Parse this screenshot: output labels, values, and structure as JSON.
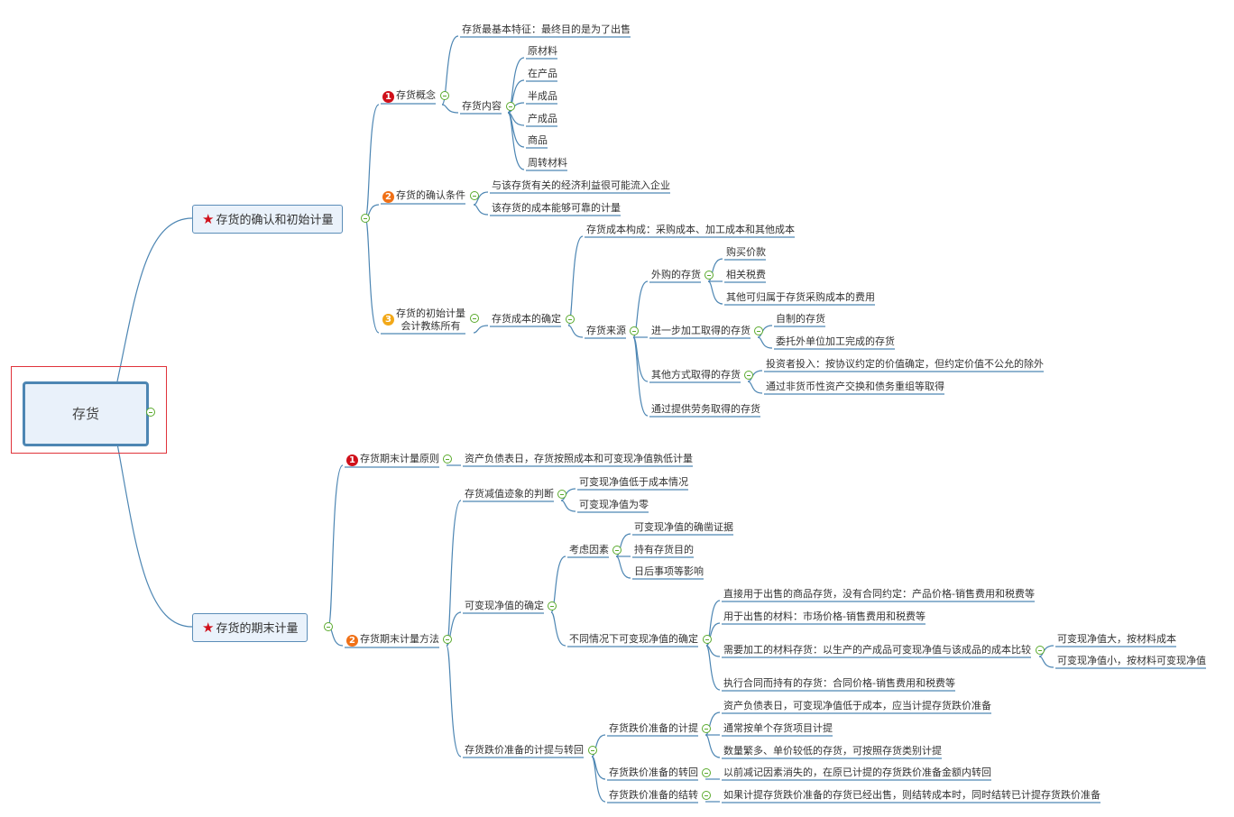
{
  "central": {
    "label": "存货",
    "selected": true
  },
  "branches": [
    {
      "label": "存货的确认和初始计量",
      "icon": "star-icon",
      "children": [
        {
          "badge": "1",
          "label": "存货概念",
          "children": [
            {
              "label": "存货最基本特征：最终目的是为了出售"
            },
            {
              "label": "存货内容",
              "children": [
                "原材料",
                "在产品",
                "半成品",
                "产成品",
                "商品",
                "周转材料"
              ]
            }
          ]
        },
        {
          "badge": "2",
          "label": "存货的确认条件",
          "children": [
            "与该存货有关的经济利益很可能流入企业",
            "该存货的成本能够可靠的计量"
          ]
        },
        {
          "badge": "3",
          "label_lines": [
            "存货的初始计量",
            "会计教练所有"
          ],
          "children": [
            {
              "label": "存货成本的确定",
              "children": [
                {
                  "label": "存货成本构成：采购成本、加工成本和其他成本"
                },
                {
                  "label": "存货来源",
                  "children": [
                    {
                      "label": "外购的存货",
                      "children": [
                        "购买价款",
                        "相关税费",
                        "其他可归属于存货采购成本的费用"
                      ]
                    },
                    {
                      "label": "进一步加工取得的存货",
                      "children": [
                        "自制的存货",
                        "委托外单位加工完成的存货"
                      ]
                    },
                    {
                      "label": "其他方式取得的存货",
                      "children": [
                        "投资者投入：按协议约定的价值确定，但约定价值不公允的除外",
                        "通过非货币性资产交换和债务重组等取得"
                      ]
                    },
                    {
                      "label": "通过提供劳务取得的存货"
                    }
                  ]
                }
              ]
            }
          ]
        }
      ]
    },
    {
      "label": "存货的期末计量",
      "icon": "star-icon",
      "children": [
        {
          "badge": "1",
          "label": "存货期末计量原则",
          "children": [
            "资产负债表日，存货按照成本和可变现净值孰低计量"
          ]
        },
        {
          "badge": "2",
          "label": "存货期末计量方法",
          "children": [
            {
              "label": "存货减值迹象的判断",
              "children": [
                "可变现净值低于成本情况",
                "可变现净值为零"
              ]
            },
            {
              "label": "可变现净值的确定",
              "children": [
                {
                  "label": "考虑因素",
                  "children": [
                    "可变现净值的确凿证据",
                    "持有存货目的",
                    "日后事项等影响"
                  ]
                },
                {
                  "label": "不同情况下可变现净值的确定",
                  "children": [
                    {
                      "label": "直接用于出售的商品存货，没有合同约定：产品价格-销售费用和税费等"
                    },
                    {
                      "label": "用于出售的材料：市场价格-销售费用和税费等"
                    },
                    {
                      "label": "需要加工的材料存货：以生产的产成品可变现净值与该成品的成本比较",
                      "children": [
                        "可变现净值大，按材料成本",
                        "可变现净值小，按材料可变现净值"
                      ]
                    },
                    {
                      "label": "执行合同而持有的存货：合同价格-销售费用和税费等"
                    }
                  ]
                }
              ]
            },
            {
              "label": "存货跌价准备的计提与转回",
              "children": [
                {
                  "label": "存货跌价准备的计提",
                  "children": [
                    "资产负债表日，可变现净值低于成本，应当计提存货跌价准备",
                    "通常按单个存货项目计提",
                    "数量繁多、单价较低的存货，可按照存货类别计提"
                  ]
                },
                {
                  "label": "存货跌价准备的转回",
                  "children": [
                    "以前减记因素消失的，在原已计提的存货跌价准备金额内转回"
                  ]
                },
                {
                  "label": "存货跌价准备的结转",
                  "children": [
                    "如果计提存货跌价准备的存货已经出售，则结转成本时，同时结转已计提存货跌价准备"
                  ]
                }
              ]
            }
          ]
        }
      ]
    }
  ],
  "colors": {
    "line": "#4d86b3",
    "collapse": "#5aaa2c",
    "selection": "#e0333a",
    "badge1": "#d0101a",
    "badge2": "#f07016",
    "badge3": "#f2a818",
    "star": "#d0101a"
  }
}
